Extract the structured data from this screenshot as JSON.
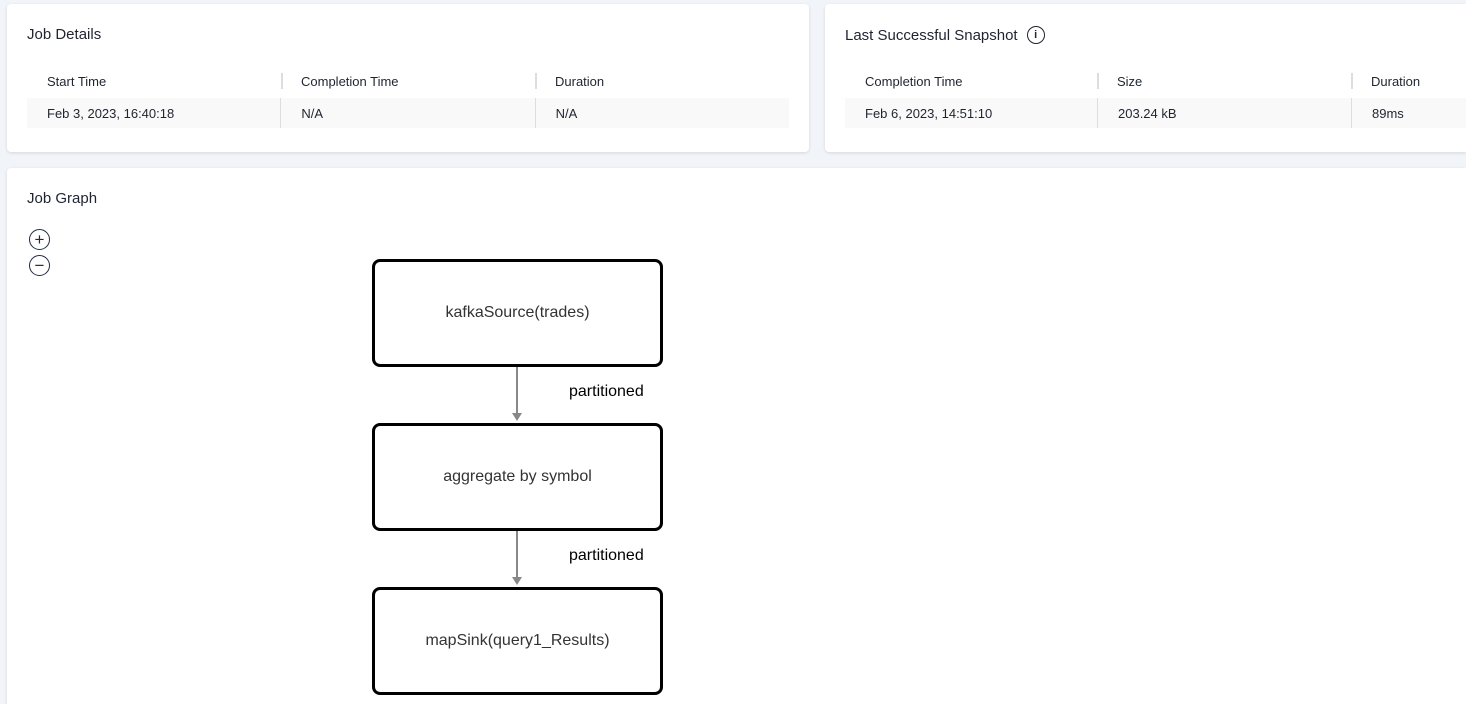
{
  "job_details": {
    "title": "Job Details",
    "headers": [
      "Start Time",
      "Completion Time",
      "Duration"
    ],
    "values": [
      "Feb 3, 2023, 16:40:18",
      "N/A",
      "N/A"
    ]
  },
  "snapshot": {
    "title": "Last Successful Snapshot",
    "info_icon": "i",
    "headers": [
      "Completion Time",
      "Size",
      "Duration"
    ],
    "values": [
      "Feb 6, 2023, 14:51:10",
      "203.24 kB",
      "89ms"
    ]
  },
  "graph": {
    "title": "Job Graph",
    "zoom_in": "+",
    "zoom_out": "−",
    "nodes": [
      "kafkaSource(trades)",
      "aggregate by symbol",
      "mapSink(query1_Results)"
    ],
    "edges": [
      "partitioned",
      "partitioned"
    ]
  }
}
